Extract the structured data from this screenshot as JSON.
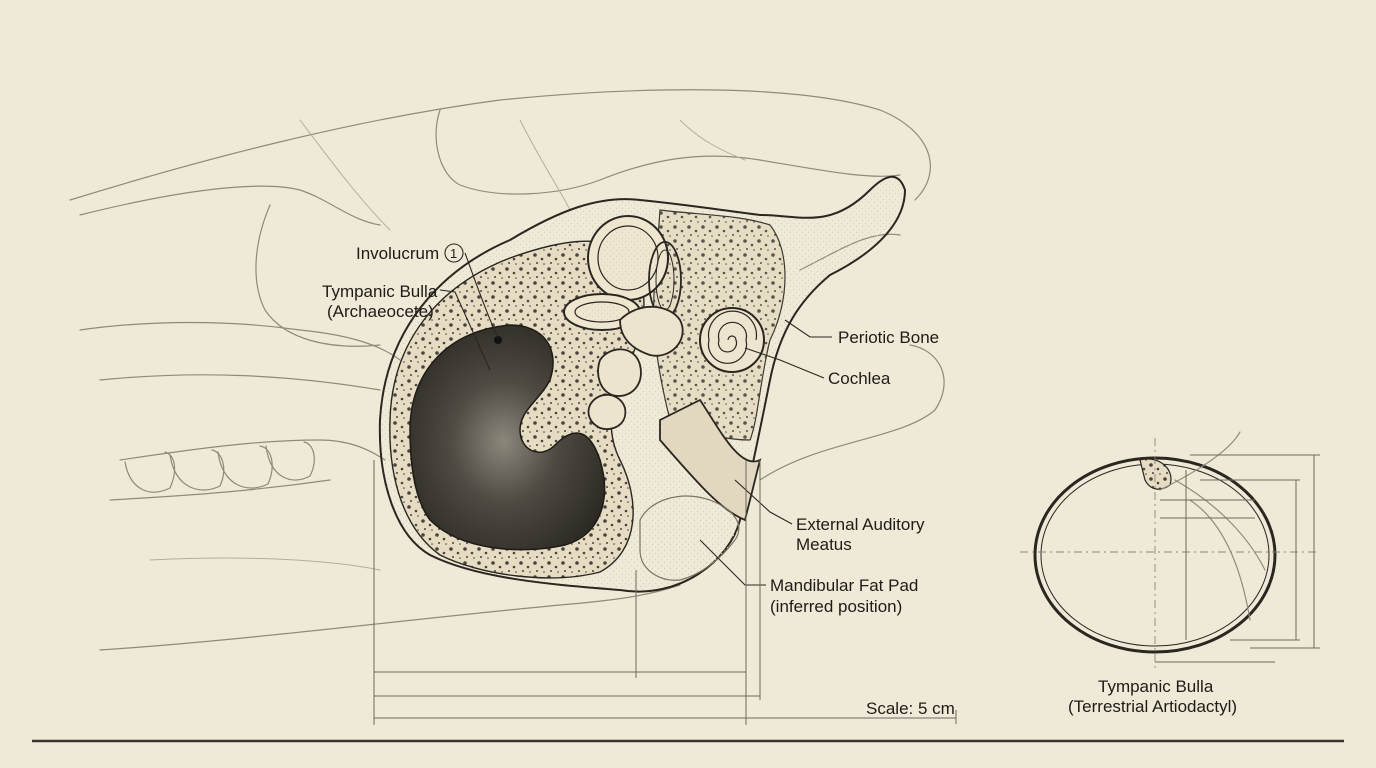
{
  "labels": {
    "involucrum": "Involucrum",
    "involucrum_num": "1",
    "bulla_title": "Tympanic Bulla",
    "bulla_sub": "(Archaeocete)",
    "periotic": "Periotic Bone",
    "cochlea": "Cochlea",
    "eam_1": "External Auditory",
    "eam_2": "Meatus",
    "fatpad_1": "Mandibular Fat Pad",
    "fatpad_2": "(inferred position)",
    "scale": "Scale: 5 cm",
    "terr_1": "Tympanic Bulla",
    "terr_2": "(Terrestrial Artiodactyl)"
  },
  "colors": {
    "paper": "#efe9d8",
    "ink": "#2a2620",
    "bone": "#e9e1cb",
    "bulla_cavity": "#3a3630"
  }
}
